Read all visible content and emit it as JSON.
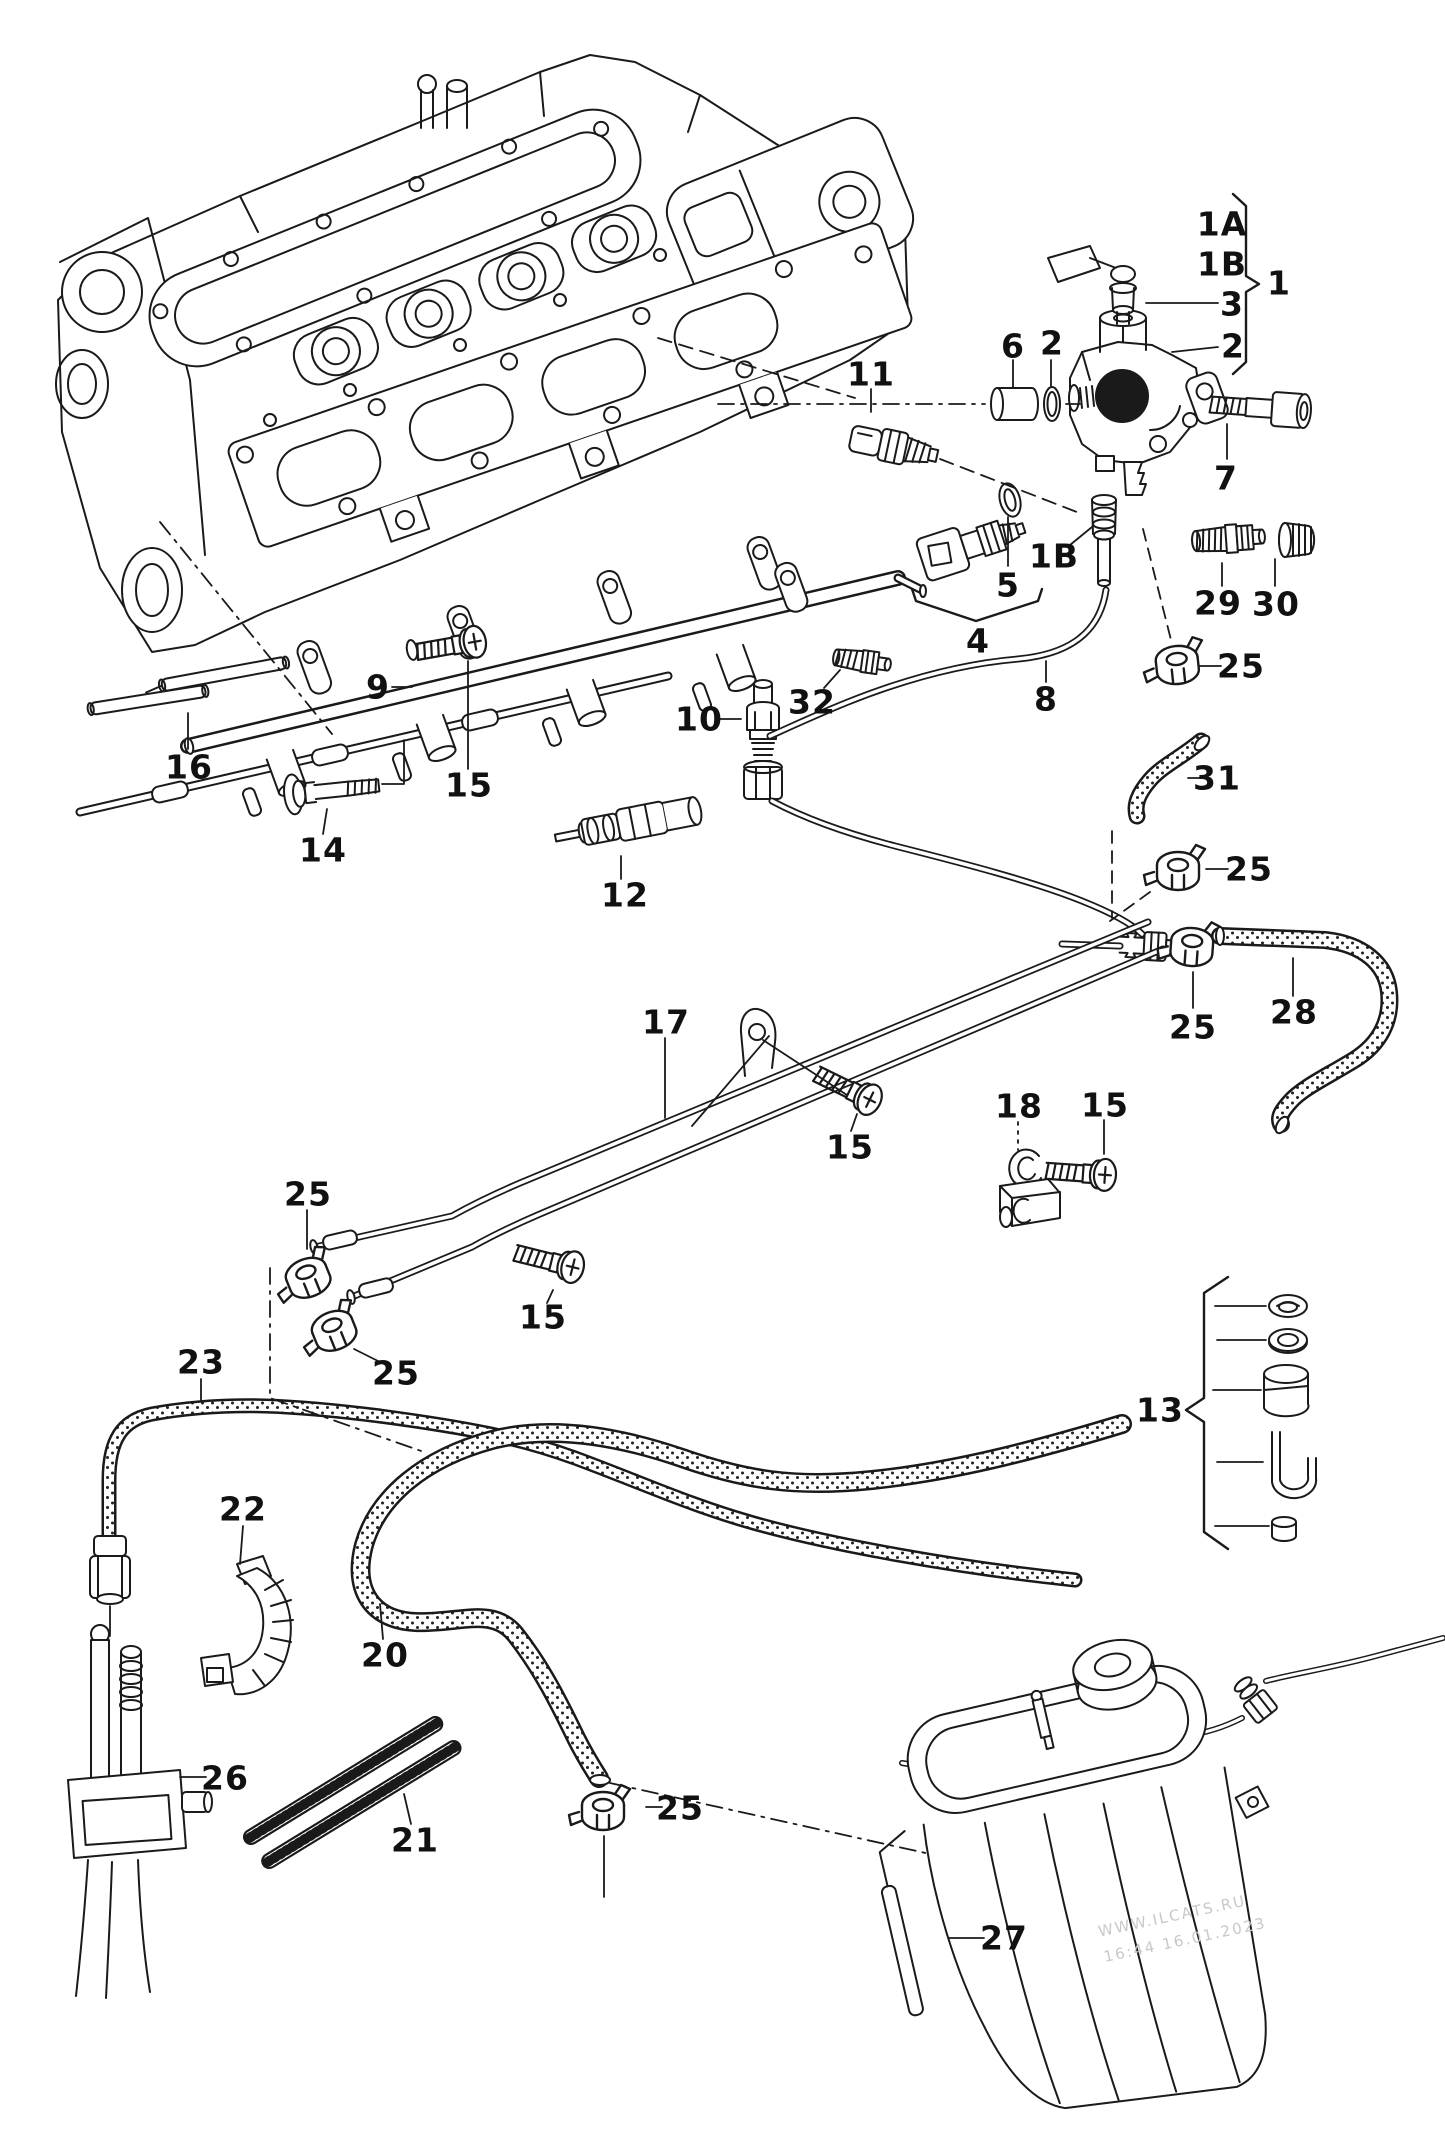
{
  "page": {
    "background": "#ffffff",
    "ink": "#1a1a1a"
  },
  "watermark": {
    "line1": "WWW.ILCATS.RU",
    "line2": "16:44 16.01.2023",
    "color": "#c8c8c8"
  },
  "callouts": [
    {
      "text": "1A"
    },
    {
      "text": "1B"
    },
    {
      "text": "1"
    },
    {
      "text": "3"
    },
    {
      "text": "2"
    },
    {
      "text": "6"
    },
    {
      "text": "2"
    },
    {
      "text": "7"
    },
    {
      "text": "11"
    },
    {
      "text": "1B"
    },
    {
      "text": "5"
    },
    {
      "text": "29"
    },
    {
      "text": "30"
    },
    {
      "text": "4"
    },
    {
      "text": "25"
    },
    {
      "text": "8"
    },
    {
      "text": "31"
    },
    {
      "text": "16"
    },
    {
      "text": "9"
    },
    {
      "text": "15"
    },
    {
      "text": "14"
    },
    {
      "text": "12"
    },
    {
      "text": "10"
    },
    {
      "text": "32"
    },
    {
      "text": "25"
    },
    {
      "text": "25"
    },
    {
      "text": "28"
    },
    {
      "text": "17"
    },
    {
      "text": "15"
    },
    {
      "text": "18"
    },
    {
      "text": "15"
    },
    {
      "text": "25"
    },
    {
      "text": "15"
    },
    {
      "text": "25"
    },
    {
      "text": "23"
    },
    {
      "text": "22"
    },
    {
      "text": "20"
    },
    {
      "text": "26"
    },
    {
      "text": "21"
    },
    {
      "text": "25"
    },
    {
      "text": "27"
    },
    {
      "text": "13"
    }
  ]
}
